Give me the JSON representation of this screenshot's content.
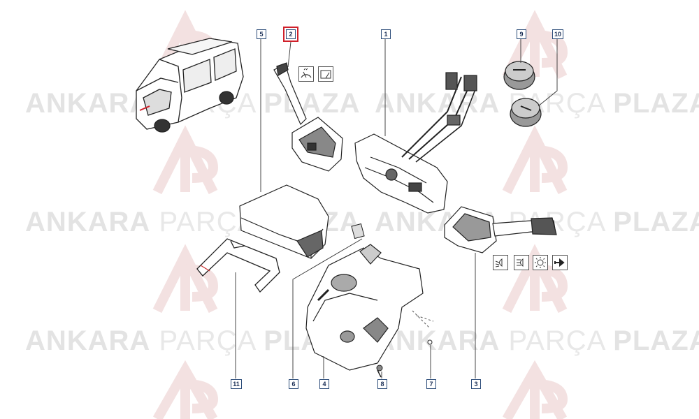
{
  "watermark": {
    "word1": "ANKARA",
    "word2": "PARÇA",
    "word3": "PLAZA",
    "logo": "AP"
  },
  "callouts": [
    {
      "id": "callout-1",
      "label": "1"
    },
    {
      "id": "callout-2",
      "label": "2",
      "highlighted": true
    },
    {
      "id": "callout-3",
      "label": "3"
    },
    {
      "id": "callout-4",
      "label": "4"
    },
    {
      "id": "callout-5",
      "label": "5"
    },
    {
      "id": "callout-6",
      "label": "6"
    },
    {
      "id": "callout-7",
      "label": "7"
    },
    {
      "id": "callout-8",
      "label": "8"
    },
    {
      "id": "callout-9",
      "label": "9"
    },
    {
      "id": "callout-10",
      "label": "10"
    },
    {
      "id": "callout-11",
      "label": "11"
    }
  ],
  "symbols": {
    "wiper_group": [
      "front-wiper-icon",
      "rear-wiper-icon"
    ],
    "light_group": [
      "low-beam-icon",
      "high-beam-icon",
      "lights-on-icon",
      "indicator-arrow-icon"
    ]
  },
  "colors": {
    "callout_border": "#2d4d7a",
    "highlight": "#d0202a",
    "line": "#333333",
    "watermark": "#e3e3e3"
  }
}
